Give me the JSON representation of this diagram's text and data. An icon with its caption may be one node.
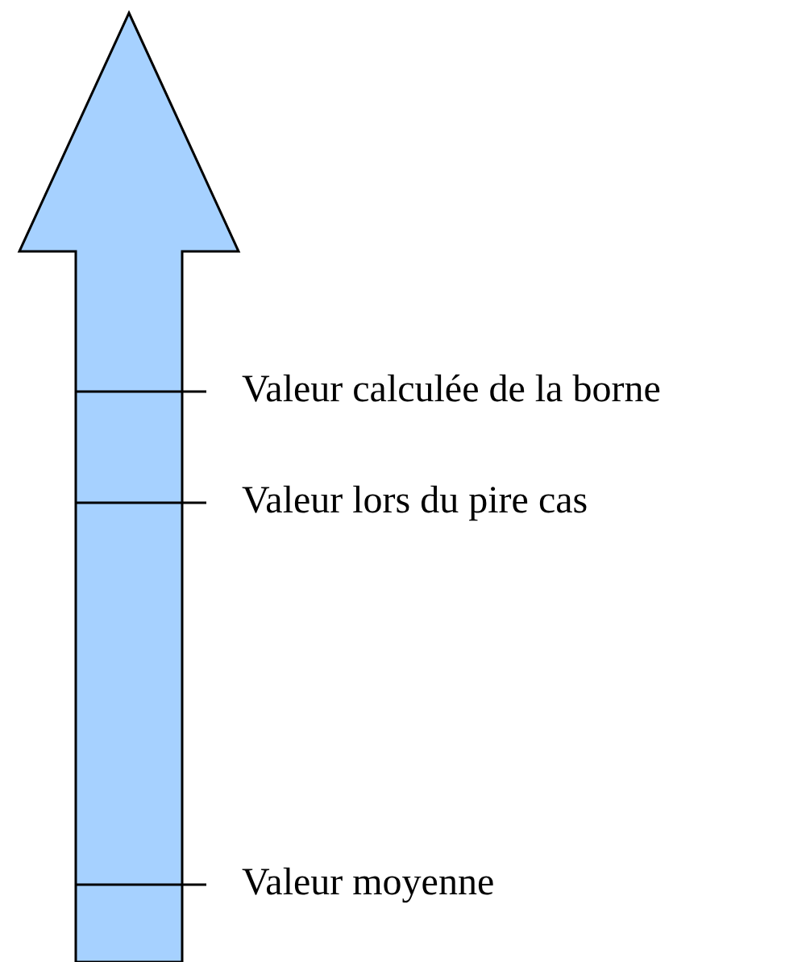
{
  "diagram": {
    "labels": [
      "Valeur calculée de la borne",
      "Valeur lors du pire cas",
      "Valeur moyenne"
    ]
  }
}
